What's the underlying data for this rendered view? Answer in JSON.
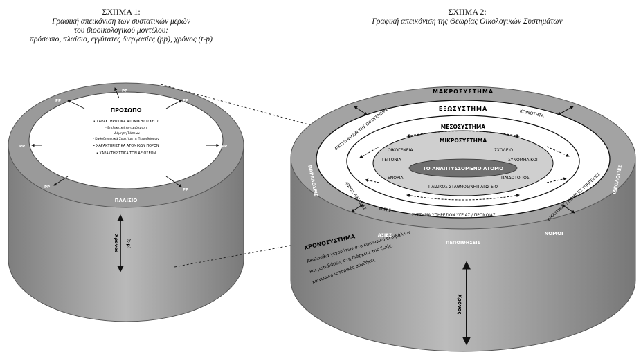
{
  "fig1": {
    "title": "ΣΧΗΜΑ 1:",
    "subtitle_lines": [
      "Γραφική απεικόνιση των συστατικών μερών",
      "του βιοοικολογικού μοντέλου:",
      "πρόσωπο, πλαίσιο, εγγύτατες διεργασίες (pp), χρόνος (t-p)"
    ],
    "center_title": "ΠΡΟΣΩΠΟ",
    "center_lines": [
      "• ΧΑΡΑΚΤΗΡΙΣΤΙΚΑ ΑΤΟΜΙΚΗΣ ΙΣΧΥΟΣ",
      "- Επιλεκτική Ανταπόκριση",
      "- Δόμηση Τάσεων",
      "- Καθοδηγητικά Συστήματα Πεποιθήσεων",
      "• ΧΑΡΑΚΤΗΡΙΣΤΙΚΑ ΑΤΟΜΙΚΩΝ ΠΟΡΩΝ",
      "• ΧΑΡΑΚΤΗΡΙΣΤΙΚΑ ΤΩΝ ΑΞΙΩΣΕΩΝ"
    ],
    "pp_label": "PP",
    "context_label": "ΠΛΑΙΣΙΟ",
    "time_label": "Χρόνος",
    "time_sub": "(t-p)"
  },
  "fig2": {
    "title": "ΣΧΗΜΑ 2:",
    "subtitle": "Γραφική απεικόνιση της Θεωρίας Οικολογικών Συστημάτων",
    "macro": "ΜΑΚΡΟΣΥΣΤΗΜΑ",
    "exo": "ΕΞΩΣΥΣΤΗΜΑ",
    "meso": "ΜΕΣΟΣΥΣΤΗΜΑ",
    "micro": "ΜΙΚΡΟΣΥΣΤΗΜΑ",
    "person": "ΤΟ ΑΝΑΠΤΥΣΣΟΜΕΝΟ ΑΤΟΜΟ",
    "micro_items": {
      "family": "ΟΙΚΟΓΕΝΕΙΑ",
      "school": "ΣΧΟΛΕΙΟ",
      "neighborhood": "ΓΕΙΤΟΝΙΑ",
      "peers": "ΣΥΝΟΜΗΛΙΚΟΙ",
      "parish": "ΕΝΟΡΙΑ",
      "pediatrician": "ΠΑΙΔΟΤΟΠΟΣ",
      "nursery": "ΠΑΙΔΙΚΟΣ ΣΤΑΘΜΟΣ/ΝΗΠΙΑΓΩΓΕΙΟ"
    },
    "exo_items": {
      "friends": "ΔΙΚΤΥΟ ΦΙΛΩΝ ΤΗΣ ΟΙΚΟΓΕΝΕΙΑΣ",
      "community": "ΚΟΙΝΟΤΗΤΑ",
      "workplace": "ΧΩΡΟΣ ΕΡΓΑΣΙΑΣ",
      "legal": "ΔΙΚΑΣΤΙΚΕΣ / ΝΟΜΙΚΕΣ ΥΠΗΡΕΣΙΕΣ",
      "media": "Μ.Μ.Ε.",
      "health": "ΣΥΣΤΗΜΑ ΥΠΗΡΕΣΙΩΝ ΥΓΕΙΑΣ / ΠΡΟΝΟΙΑΣ"
    },
    "macro_items": {
      "traditions": "ΠΑΡΑΔΟΣΕΙΣ",
      "ideologies": "ΙΔΕΟΛΟΓΙΕΣ",
      "values": "ΑΞΙΕΣ",
      "beliefs": "ΠΕΠΟΙΘΗΣΕΙΣ",
      "laws": "ΝΟΜΟΙ"
    },
    "chrono_title": "ΧΡΟΝΟΣΥΣΤΗΜΑ",
    "chrono_lines": [
      "Ακολουθία γεγονότων στο κοινωνικό περιβάλλον",
      "και μεταβάσεις στη διάρκεια της ζωής,",
      "κοινωνικο-ιστορικές συνθήκες"
    ],
    "time_label": "Χρόνος"
  }
}
